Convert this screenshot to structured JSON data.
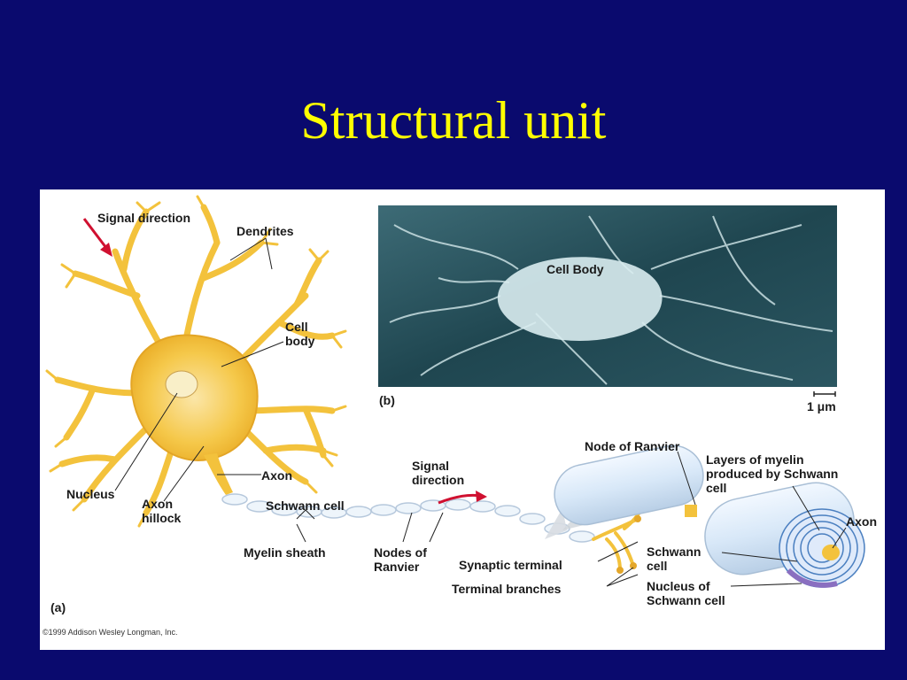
{
  "slide": {
    "title": "Structural unit"
  },
  "figure": {
    "labels": {
      "signal_direction_top": "Signal direction",
      "dendrites": "Dendrites",
      "cell_body_line1": "Cell",
      "cell_body_line2": "body",
      "nucleus": "Nucleus",
      "axon_hillock_line1": "Axon",
      "axon_hillock_line2": "hillock",
      "axon": "Axon",
      "schwann_cell_mid": "Schwann cell",
      "signal_direction_mid_line1": "Signal",
      "signal_direction_mid_line2": "direction",
      "myelin_sheath": "Myelin sheath",
      "nodes_of_ranvier_line1": "Nodes of",
      "nodes_of_ranvier_line2": "Ranvier",
      "synaptic_terminal": "Synaptic terminal",
      "terminal_branches": "Terminal branches",
      "node_of_ranvier": "Node of Ranvier",
      "layers_of_myelin_line1": "Layers of myelin",
      "layers_of_myelin_line2": "produced by Schwann",
      "layers_of_myelin_line3": "cell",
      "axon_right": "Axon",
      "schwann_cell_right_line1": "Schwann",
      "schwann_cell_right_line2": "cell",
      "nucleus_of_schwann_line1": "Nucleus of",
      "nucleus_of_schwann_line2": "Schwann cell",
      "panel_a": "(a)",
      "panel_b": "(b)",
      "photo_label": "Cell Body",
      "scale_bar": "1 μm",
      "copyright": "©1999 Addison Wesley Longman, Inc."
    },
    "colors": {
      "background": "#0a0a6e",
      "title": "#ffff00",
      "neuron": "#f3c23c",
      "arrow": "#d01030",
      "photo": "#2d5560"
    }
  }
}
